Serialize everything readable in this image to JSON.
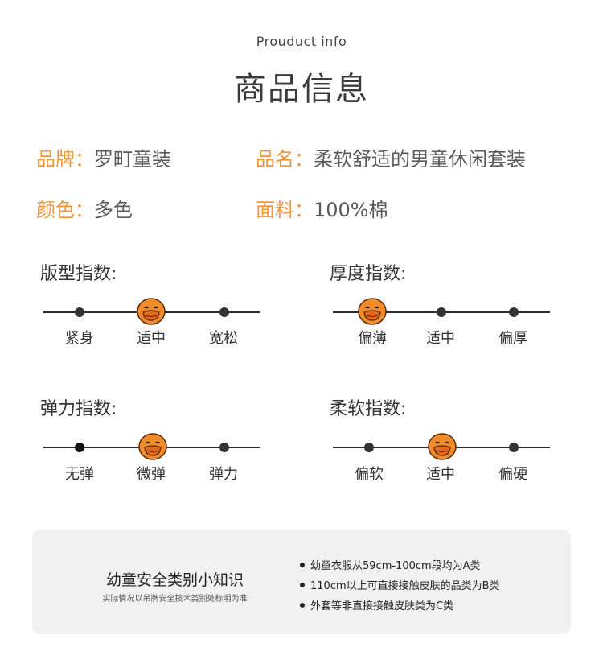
{
  "header": {
    "subtitle": "Prouduct info",
    "title": "商品信息"
  },
  "info": {
    "brand_label": "品牌：",
    "brand_value": "罗町童装",
    "name_label": "品名：",
    "name_value": "柔软舒适的男童休闲套装",
    "color_label": "颜色：",
    "color_value": "多色",
    "fabric_label": "面料：",
    "fabric_value": "100%棉"
  },
  "scales": [
    {
      "title": "版型指数:",
      "labels": [
        "紧身",
        "适中",
        "宽松"
      ],
      "selected": 1
    },
    {
      "title": "厚度指数:",
      "labels": [
        "偏薄",
        "适中",
        "偏厚"
      ],
      "selected": 0
    },
    {
      "title": "弹力指数:",
      "labels": [
        "无弹",
        "微弹",
        "弹力"
      ],
      "selected": 1
    },
    {
      "title": "柔软指数:",
      "labels": [
        "偏软",
        "适中",
        "偏硬"
      ],
      "selected": 1
    }
  ],
  "safety": {
    "title": "幼童安全类别小知识",
    "note": "实际情况以吊牌安全技术类别处标明为准",
    "bullets": [
      "幼童衣服从59cm-100cm段均为A类",
      "110cm以上可直接接触皮肤的品类为B类",
      "外套等非直接接触皮肤类为C类"
    ]
  },
  "colors": {
    "accent": "#f0963a",
    "duck": "#f28c28",
    "card_bg": "#f1f1f1"
  },
  "icons": {
    "indicator": "duck-icon",
    "bullet": "bullet-dot"
  }
}
